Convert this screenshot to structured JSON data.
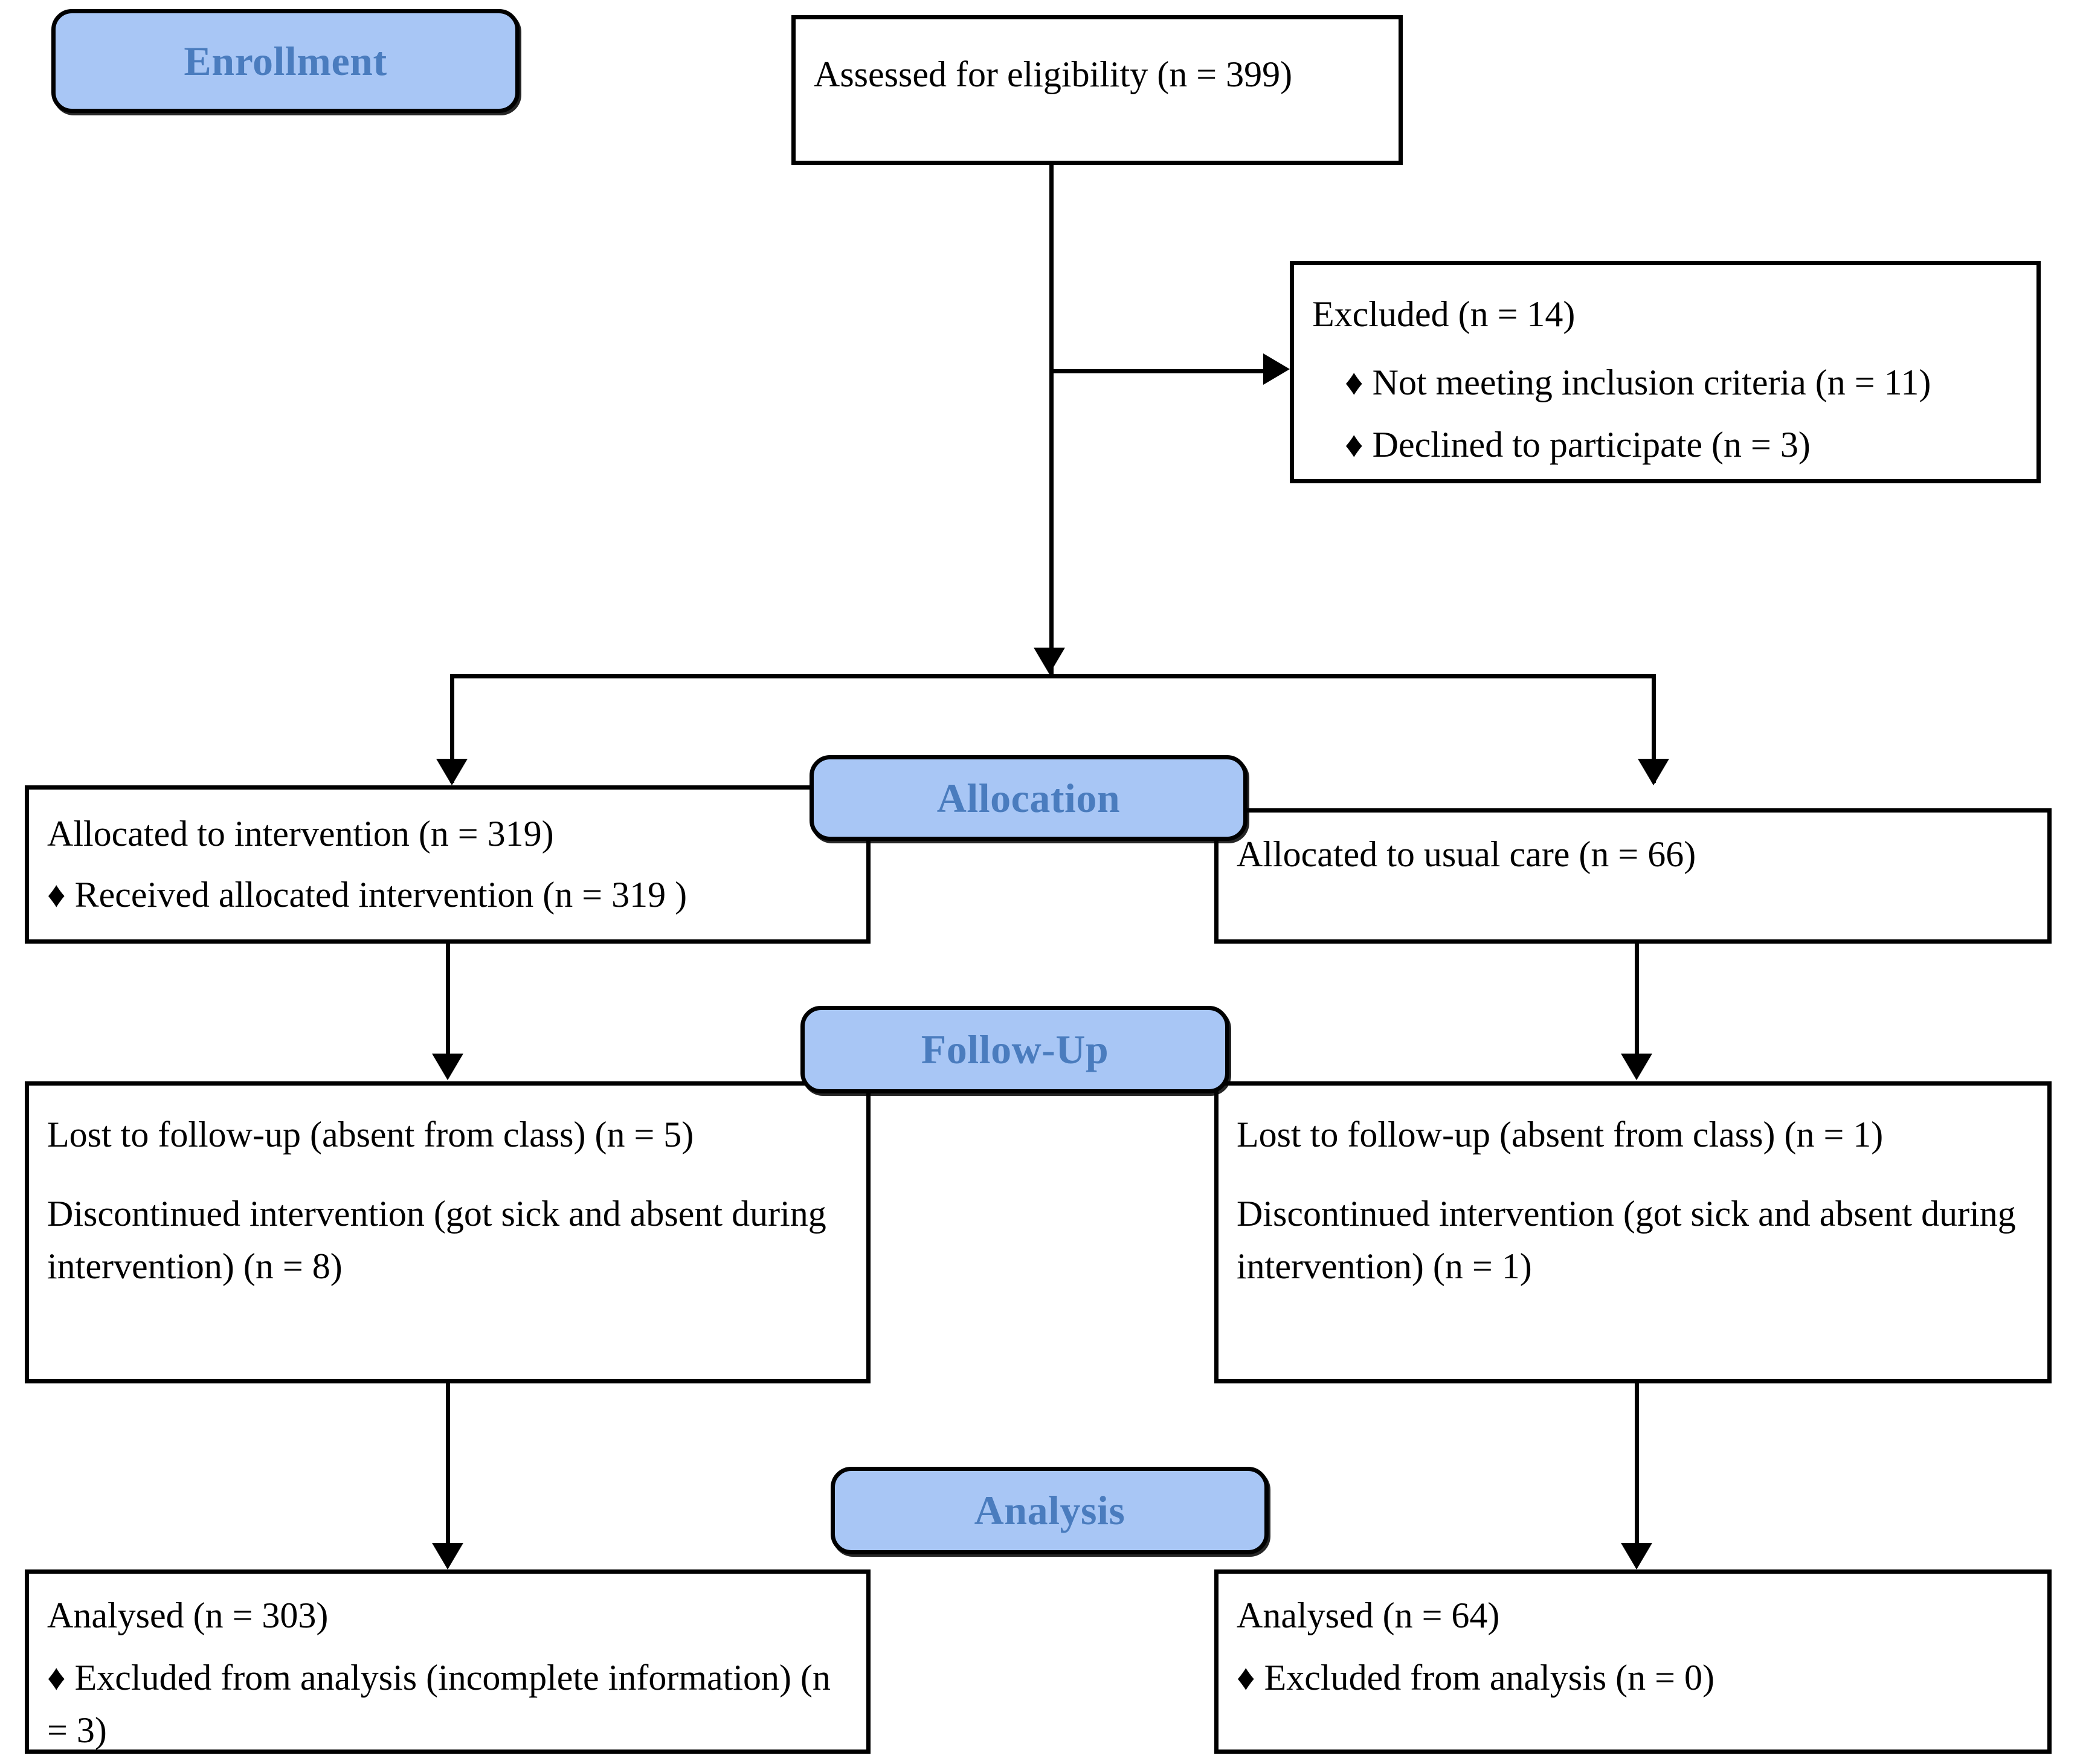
{
  "diagram": {
    "title": "CONSORT participant flow diagram",
    "accent_color": "#A8C6F5",
    "badge_text_color": "#4A7CBE",
    "line_color": "#000000"
  },
  "stages": {
    "enrollment": "Enrollment",
    "allocation": "Allocation",
    "followup": "Follow-Up",
    "analysis": "Analysis"
  },
  "nodes": {
    "assessed": {
      "label": "Assessed for eligibility (n = 399)",
      "n": 399
    },
    "excluded": {
      "heading": "Excluded  (n = 14)",
      "n": 14,
      "reasons": [
        {
          "bullet": "♦",
          "text": "Not meeting inclusion criteria (n = 11)",
          "n": 11
        },
        {
          "bullet": "♦",
          "text": "Declined to participate (n = 3)",
          "n": 3
        }
      ]
    },
    "allocated_intervention": {
      "heading": "Allocated to intervention (n = 319)",
      "n": 319,
      "items": [
        {
          "bullet": "♦",
          "text": "Received allocated intervention (n = 319 )",
          "n": 319
        }
      ]
    },
    "allocated_usual_care": {
      "heading": "Allocated to usual care (n = 66)",
      "n": 66,
      "items": []
    },
    "followup_intervention": {
      "line1": "Lost to follow-up (absent from class) (n = 5)",
      "line2": "Discontinued intervention (got sick and absent during intervention) (n = 8)",
      "lost_n": 5,
      "discontinued_n": 8
    },
    "followup_usual_care": {
      "line1": "Lost to follow-up (absent from class) (n = 1)",
      "line2": "Discontinued intervention (got sick and absent during intervention) (n = 1)",
      "lost_n": 1,
      "discontinued_n": 1
    },
    "analysed_intervention": {
      "heading": "Analysed  (n = 303)",
      "n": 303,
      "items": [
        {
          "bullet": "♦",
          "text": "Excluded from analysis (incomplete information) (n = 3)",
          "n": 3
        }
      ]
    },
    "analysed_usual_care": {
      "heading": "Analysed  (n = 64)",
      "n": 64,
      "items": [
        {
          "bullet": "♦",
          "text": "Excluded from analysis (n = 0)",
          "n": 0
        }
      ]
    }
  }
}
